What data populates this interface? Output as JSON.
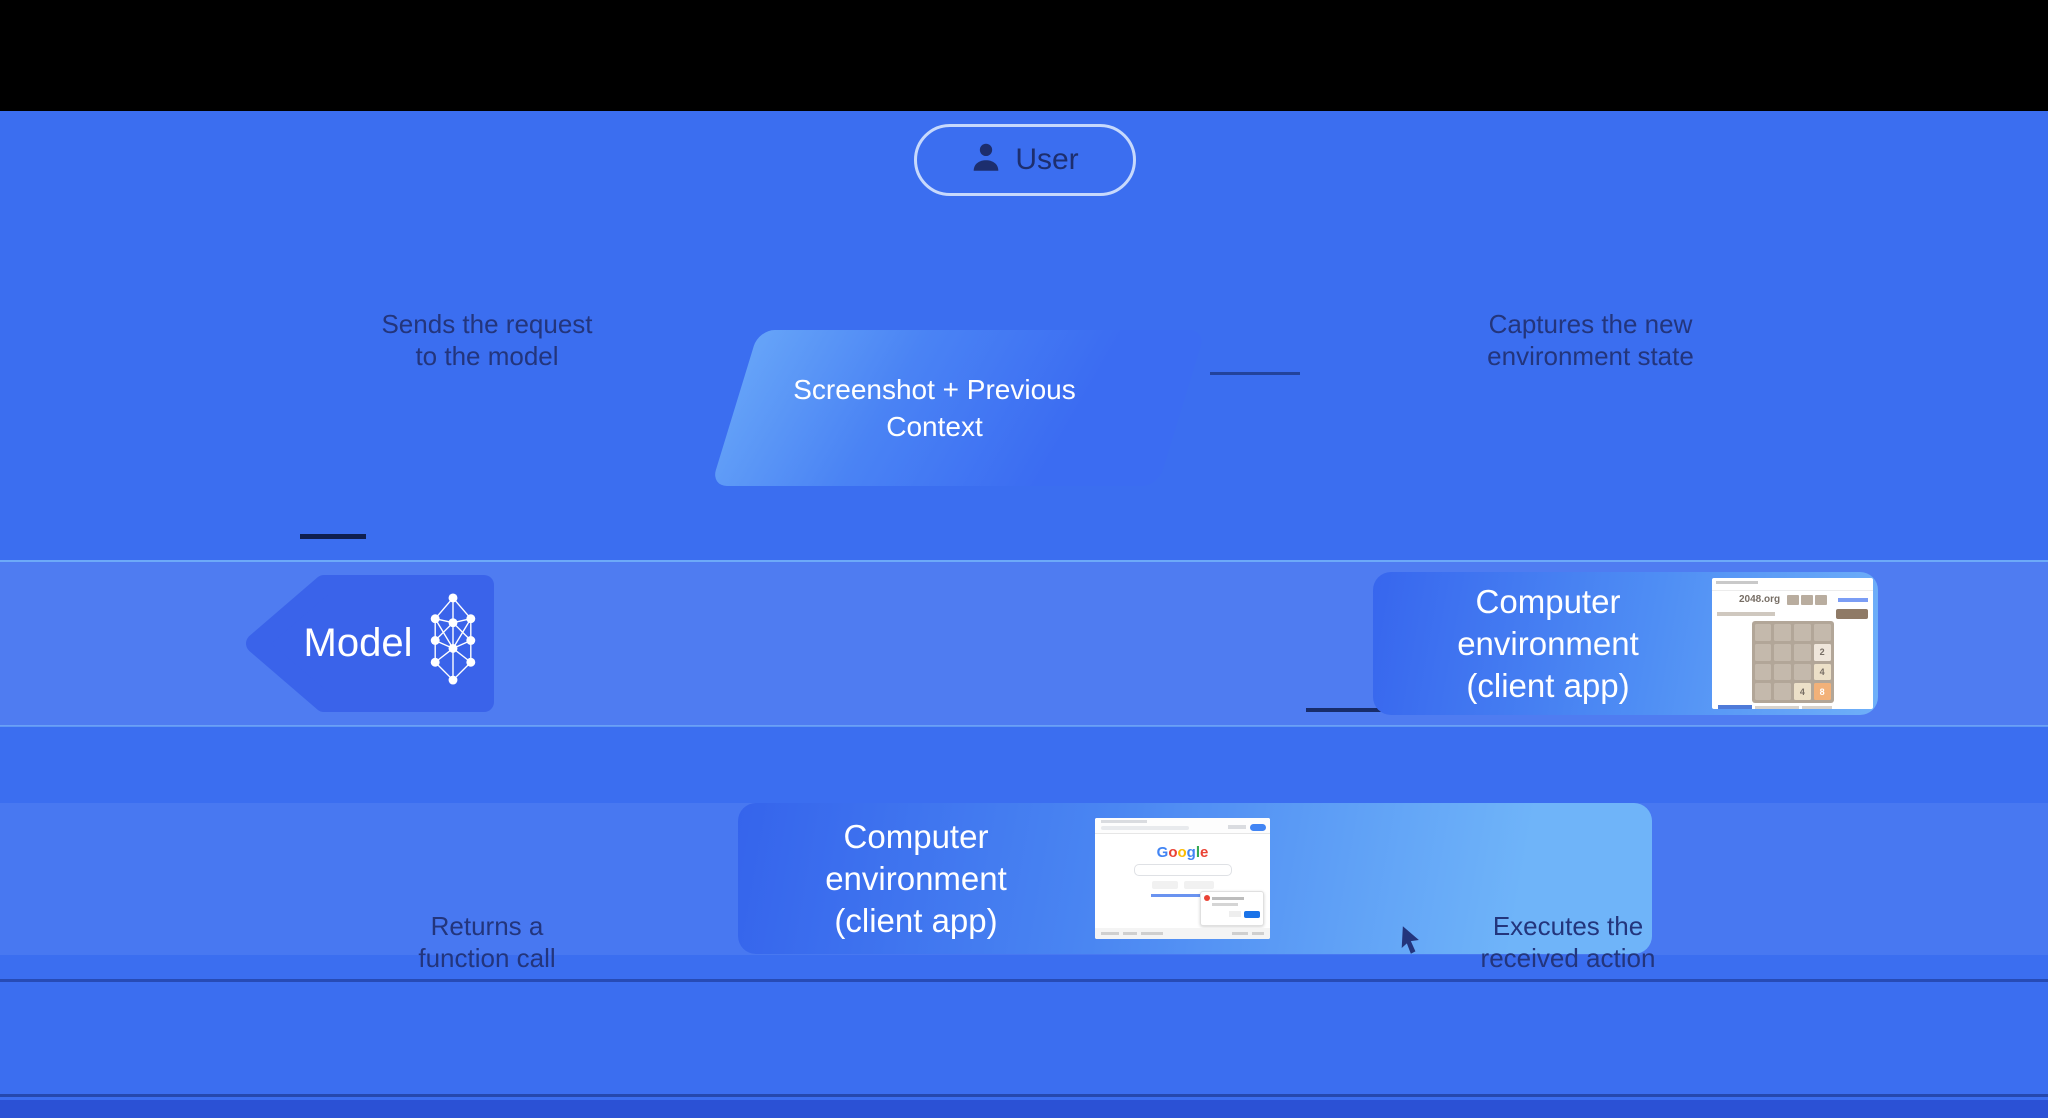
{
  "nodes": {
    "user": {
      "label": "User",
      "icon": "user-icon"
    },
    "screenshot": {
      "line1": "Screenshot + Previous",
      "line2": "Context"
    },
    "model": {
      "label": "Model",
      "icon": "neural-network-icon"
    },
    "env_right": {
      "line1": "Computer environment",
      "line2": "(client app)"
    },
    "env_bottom": {
      "line1": "Computer environment",
      "line2": "(client app)"
    }
  },
  "edges": {
    "to_model": {
      "line1": "Sends the request",
      "line2": "to the model"
    },
    "function_call": {
      "line1": "Returns a",
      "line2": "function call"
    },
    "execute": {
      "line1": "Executes the",
      "line2": "received action",
      "icon": "cursor-click-icon"
    },
    "new_state": {
      "line1": "Captures the new",
      "line2": "environment state"
    }
  },
  "screens": {
    "game": {
      "title": "2048.org",
      "tiles": [
        "",
        "",
        "",
        "",
        "",
        "",
        "",
        "2",
        "",
        "",
        "",
        "4",
        "",
        "",
        "4",
        "8"
      ],
      "visible_tile_values": [
        "2",
        "4",
        "4",
        "8"
      ]
    },
    "google": {
      "logo": "Google",
      "logo_letters": [
        [
          "G",
          "#4285F4"
        ],
        [
          "o",
          "#EA4335"
        ],
        [
          "o",
          "#FBBC05"
        ],
        [
          "g",
          "#4285F4"
        ],
        [
          "l",
          "#34A853"
        ],
        [
          "e",
          "#EA4335"
        ]
      ]
    }
  },
  "colors": {
    "background": "#3B6EF0",
    "shape_fill": "#3A63EA",
    "shape_gradient_light": "#6FB0F9",
    "edge_label_text": "#23357C",
    "node_text": "#FFFFFF",
    "bottom_strip": "#2B51D5"
  }
}
